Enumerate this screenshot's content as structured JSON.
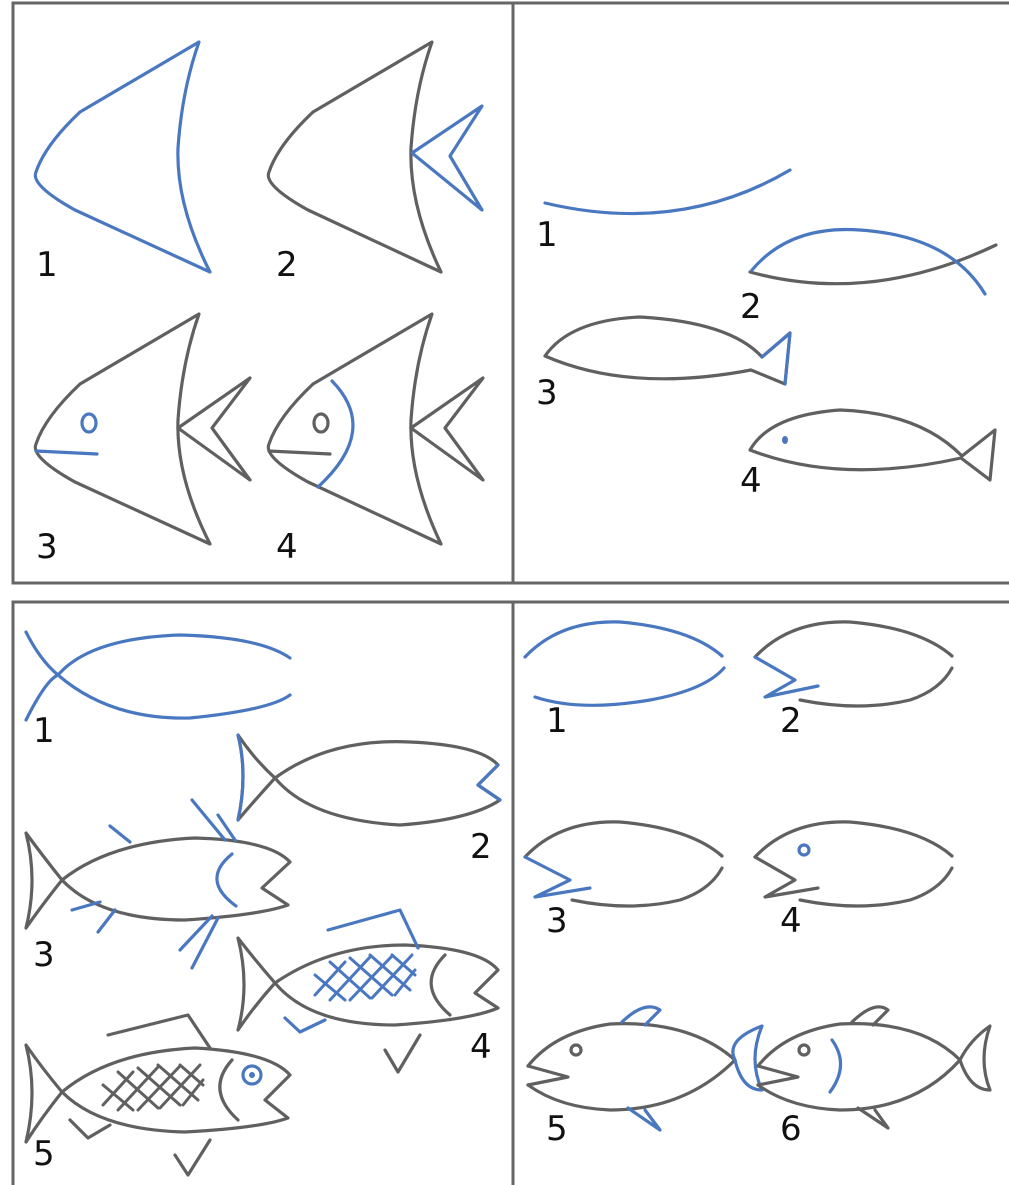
{
  "colors": {
    "new_stroke": "#4a78c0",
    "previous_stroke": "#606060",
    "frame": "#666666"
  },
  "panels": [
    {
      "steps": [
        "1",
        "2",
        "3",
        "4"
      ]
    },
    {
      "steps": [
        "1",
        "2",
        "3",
        "4"
      ]
    },
    {
      "steps": [
        "1",
        "2",
        "3",
        "4",
        "5"
      ]
    },
    {
      "steps": [
        "1",
        "2",
        "3",
        "4",
        "5",
        "6"
      ]
    }
  ]
}
